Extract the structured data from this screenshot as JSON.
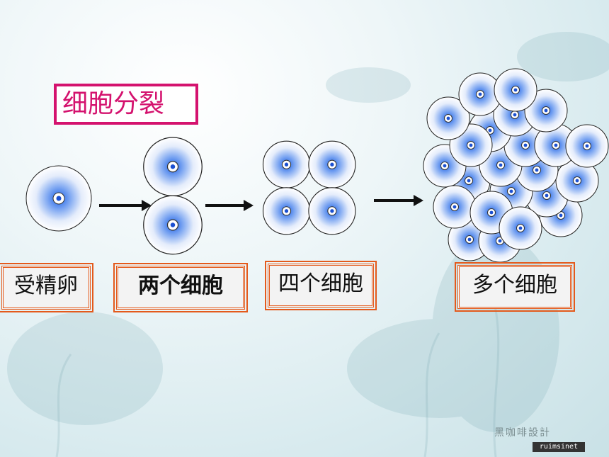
{
  "title": "细胞分裂",
  "stages": [
    {
      "label": "受精卵",
      "cells": 1
    },
    {
      "label": "两个细胞",
      "cells": 2
    },
    {
      "label": "四个细胞",
      "cells": 4
    },
    {
      "label": "多个细胞",
      "cells": "many"
    }
  ],
  "watermark": "黑咖啡設計",
  "watermark_site": "ruimsinet",
  "colors": {
    "title": "#d4126e",
    "label_border": "#e45a1c",
    "cell_core": "#2a6fe0",
    "arrow": "#111111"
  }
}
